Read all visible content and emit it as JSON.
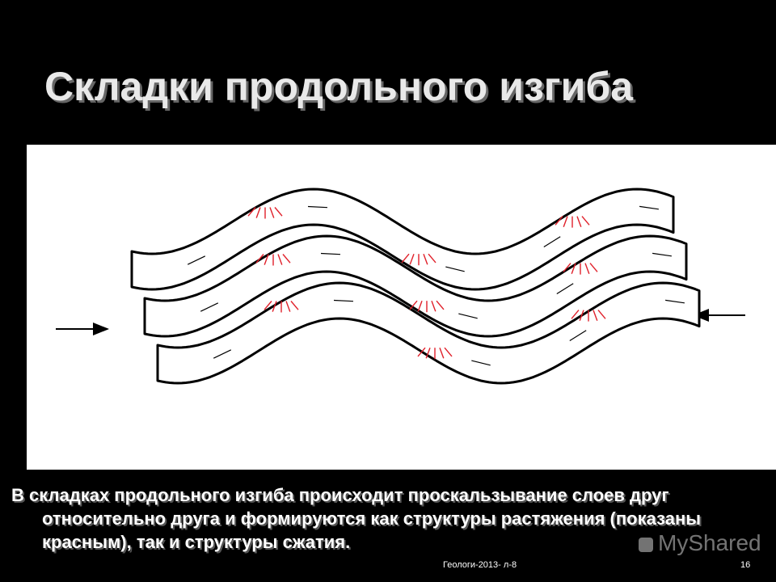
{
  "slide": {
    "title": "Складки продольного изгиба",
    "caption": "В складках продольного изгиба происходит проскальзывание слоев друг относительно друга и формируются как структуры растяжения (показаны красным), так и структуры сжатия.",
    "footer": "Геологи-2013- л-8",
    "page_number": "16",
    "watermark": "MyShared"
  },
  "diagram": {
    "layer_count": 3,
    "colors": {
      "outline": "#000000",
      "extension_marks": "#e0202a",
      "background": "#ffffff"
    },
    "arrows": [
      "compression-arrow-left",
      "compression-arrow-right"
    ]
  }
}
